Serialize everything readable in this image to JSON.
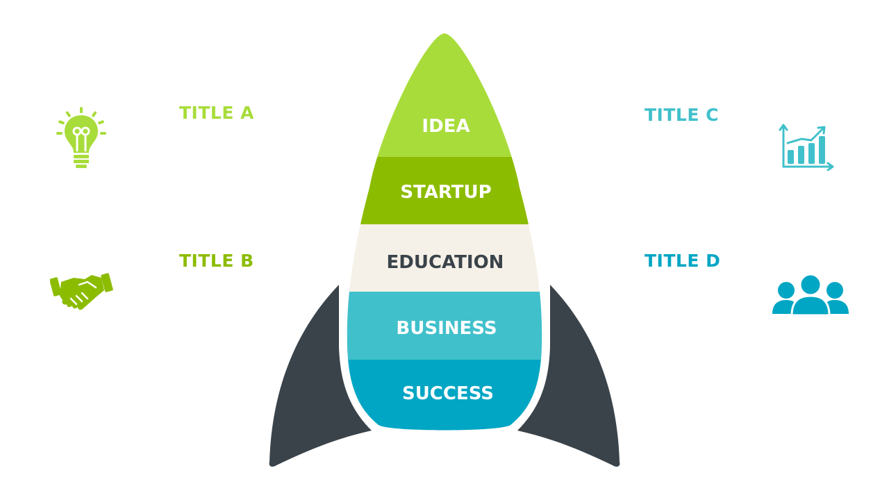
{
  "colors": {
    "light_green": "#a8dc3b",
    "green": "#8cbc00",
    "cream": "#f6f1e8",
    "teal_light": "#40c0cb",
    "teal": "#00a6c4",
    "dark_slate": "#3a434a",
    "white": "#ffffff"
  },
  "rocket": {
    "segments": [
      {
        "label": "IDEA",
        "color": "#a8dc3b",
        "text_color": "#ffffff"
      },
      {
        "label": "STARTUP",
        "color": "#8cbc00",
        "text_color": "#ffffff"
      },
      {
        "label": "EDUCATION",
        "color": "#f6f1e8",
        "text_color": "#3a434a"
      },
      {
        "label": "BUSINESS",
        "color": "#40c0cb",
        "text_color": "#ffffff"
      },
      {
        "label": "SUCCESS",
        "color": "#00a6c4",
        "text_color": "#ffffff"
      }
    ],
    "fin_color": "#3a434a"
  },
  "items": {
    "a": {
      "title": "TITLE A",
      "color": "#a8dc3b",
      "icon": "lightbulb-icon"
    },
    "b": {
      "title": "TITLE B",
      "color": "#8cbc00",
      "icon": "handshake-icon"
    },
    "c": {
      "title": "TITLE C",
      "color": "#40c0cb",
      "icon": "growth-chart-icon"
    },
    "d": {
      "title": "TITLE D",
      "color": "#00a6c4",
      "icon": "people-group-icon"
    }
  }
}
